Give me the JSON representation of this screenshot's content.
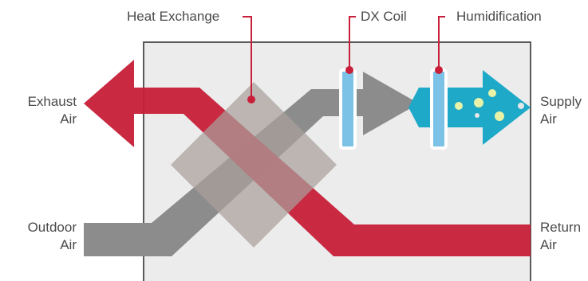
{
  "labels": {
    "heat_exchange": "Heat Exchange",
    "dx_coil": "DX Coil",
    "humidification": "Humidification",
    "exhaust_line1": "Exhaust",
    "exhaust_line2": "Air",
    "supply_line1": "Supply",
    "supply_line2": "Air",
    "outdoor_line1": "Outdoor",
    "outdoor_line2": "Air",
    "return_line1": "Return",
    "return_line2": "Air"
  },
  "colors": {
    "red_airflow": "#c8203a",
    "gray_airflow": "#8c8c8c",
    "cyan_airflow": "#1fa9c9",
    "heat_exchanger": "#a9a09b",
    "coil": "#7cc1e6",
    "cabinet_fill": "#ececec",
    "cabinet_stroke": "#5a5a5a",
    "pointer": "#c8203a"
  }
}
